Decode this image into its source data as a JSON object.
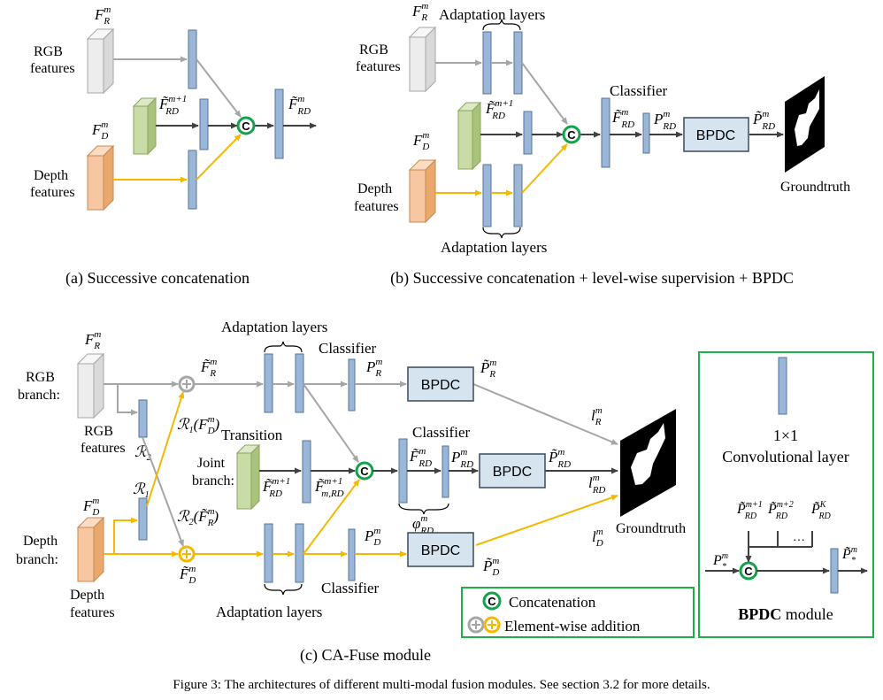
{
  "colors": {
    "rgb_box": "#ededed",
    "depth_box": "#f6c7a0",
    "joint_box": "#c9dba7",
    "layer": "#9ab7d8",
    "bpdc": "#d6e4f0",
    "gray_arrow": "#a6a6a6",
    "yellow_arrow": "#f5b800",
    "dark_arrow": "#404040",
    "concat_ring": "#12a34a",
    "legend_border": "#1fae4a"
  },
  "panel_a": {
    "rgb_label_1": "RGB",
    "rgb_label_2": "features",
    "depth_label_1": "Depth",
    "depth_label_2": "features",
    "f_r": "F",
    "f_r_sup": "m",
    "f_r_sub": "R",
    "f_d": "F",
    "f_d_sup": "m",
    "f_d_sub": "D",
    "f_rd_prev": "F̃",
    "f_rd_prev_sup": "m+1",
    "f_rd_prev_sub": "RD",
    "f_rd_out": "F̃",
    "f_rd_out_sup": "m",
    "f_rd_out_sub": "RD",
    "caption": "(a) Successive concatenation"
  },
  "panel_b": {
    "adapt_top": "Adaptation layers",
    "adapt_bottom": "Adaptation layers",
    "rgb_label_1": "RGB",
    "rgb_label_2": "features",
    "depth_label_1": "Depth",
    "depth_label_2": "features",
    "classifier": "Classifier",
    "bpdc": "BPDC",
    "groundtruth": "Groundtruth",
    "f_r": "F",
    "f_r_sup": "m",
    "f_r_sub": "R",
    "f_d": "F",
    "f_d_sup": "m",
    "f_d_sub": "D",
    "f_rd_prev": "F̃",
    "f_rd_prev_sup": "m+1",
    "f_rd_prev_sub": "RD",
    "f_rd": "F̃",
    "f_rd_sup": "m",
    "f_rd_sub": "RD",
    "p_rd": "P",
    "p_rd_sup": "m",
    "p_rd_sub": "RD",
    "pt_rd": "P̃",
    "pt_rd_sup": "m",
    "pt_rd_sub": "RD",
    "caption": "(b) Successive concatenation + level-wise supervision + BPDC"
  },
  "panel_c": {
    "adapt_top": "Adaptation layers",
    "adapt_bottom": "Adaptation layers",
    "classifier_top": "Classifier",
    "classifier_mid": "Classifier",
    "classifier_bottom": "Classifier",
    "transition": "Transition",
    "rgb_branch_1": "RGB",
    "rgb_branch_2": "branch:",
    "rgb_features_1": "RGB",
    "rgb_features_2": "features",
    "joint_branch_1": "Joint",
    "joint_branch_2": "branch:",
    "depth_branch_1": "Depth",
    "depth_branch_2": "branch:",
    "depth_features_1": "Depth",
    "depth_features_2": "features",
    "bpdc": "BPDC",
    "groundtruth": "Groundtruth",
    "r2": "ℛ",
    "r2_sub": "2",
    "r1": "ℛ",
    "r1_sub": "1",
    "r1_fd": "ℛ",
    "r1_fd_sub": "1",
    "r1_fd_arg": "(F",
    "r1_fd_arg_sup": "m",
    "r1_fd_arg_sub": "D",
    "r1_fd_close": ")",
    "r2_fr": "ℛ",
    "r2_fr_sub": "2",
    "r2_fr_arg": "(F̃",
    "r2_fr_arg_sup": "m",
    "r2_fr_arg_sub": "R",
    "r2_fr_close": ")",
    "f_r": "F",
    "f_r_sup": "m",
    "f_r_sub": "R",
    "f_d": "F",
    "f_d_sup": "m",
    "f_d_sub": "D",
    "ft_r": "F̃",
    "ft_r_sup": "m",
    "ft_r_sub": "R",
    "ft_d": "F̃",
    "ft_d_sup": "m",
    "ft_d_sub": "D",
    "ft_rd_prev": "F̃",
    "ft_rd_prev_sup": "m+1",
    "ft_rd_prev_sub": "RD",
    "ft_mrd": "F̃",
    "ft_mrd_sup": "m+1",
    "ft_mrd_sub": "m,RD",
    "ft_rd": "F̃",
    "ft_rd_sup": "m",
    "ft_rd_sub": "RD",
    "phi_rd": "φ",
    "phi_rd_sup": "m",
    "phi_rd_sub": "RD",
    "p_r": "P",
    "p_r_sup": "m",
    "p_r_sub": "R",
    "p_rd": "P",
    "p_rd_sup": "m",
    "p_rd_sub": "RD",
    "p_d": "P",
    "p_d_sup": "m",
    "p_d_sub": "D",
    "pt_r": "P̃",
    "pt_r_sup": "m",
    "pt_r_sub": "R",
    "pt_rd": "P̃",
    "pt_rd_sup": "m",
    "pt_rd_sub": "RD",
    "pt_d": "P̃",
    "pt_d_sup": "m",
    "pt_d_sub": "D",
    "l_r": "l",
    "l_r_sup": "m",
    "l_r_sub": "R",
    "l_rd": "l",
    "l_rd_sup": "m",
    "l_rd_sub": "RD",
    "l_d": "l",
    "l_d_sup": "m",
    "l_d_sub": "D",
    "caption": "(c) CA-Fuse module"
  },
  "legend": {
    "concat_glyph": "C",
    "concat_label": "Concatenation",
    "add_label": "Element-wise addition"
  },
  "bpdc_box": {
    "conv_1": "1×1",
    "conv_2": "Convolutional layer",
    "p1": "P̃",
    "p1_sup": "m+1",
    "p1_sub": "RD",
    "p2": "P̃",
    "p2_sup": "m+2",
    "p2_sub": "RD",
    "pk": "P̃",
    "pk_sup": "K",
    "pk_sub": "RD",
    "dots": "…",
    "p_in": "P",
    "p_in_sup": "m",
    "p_in_sub": "*",
    "p_out": "P̃",
    "p_out_sup": "m",
    "p_out_sub": "*",
    "title_bold": "BPDC",
    "title_rest": " module"
  },
  "figure_caption": "Figure 3: The architectures of different multi-modal fusion modules. See section 3.2 for more details."
}
